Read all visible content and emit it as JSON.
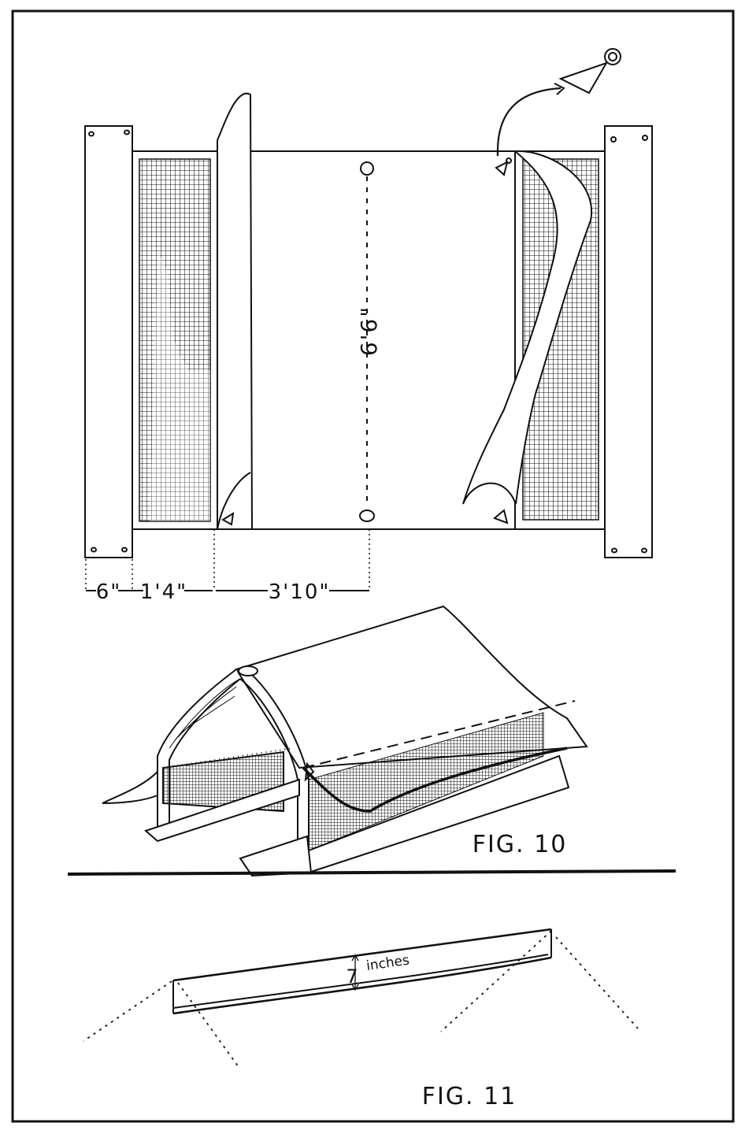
{
  "figure_10": {
    "caption": "FIG. 10",
    "dimensions": {
      "post_width": "6\"",
      "screen_panel_width": "1'4\"",
      "half_cover_width": "3'10\"",
      "height": "6'6\""
    }
  },
  "figure_11": {
    "caption": "FIG. 11",
    "board_height_value": "7",
    "board_height_unit": "inches"
  },
  "colors": {
    "ink": "#111111",
    "paper": "#ffffff"
  }
}
